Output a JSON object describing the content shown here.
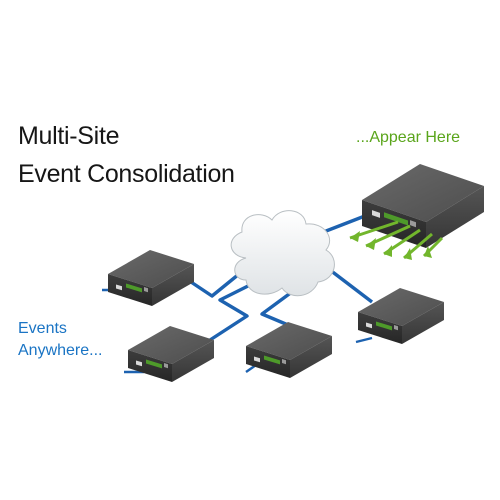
{
  "diagram": {
    "title_line_1": "Multi-Site",
    "title_line_2": "Event Consolidation",
    "caption_destination": "...Appear Here",
    "caption_source_line_1": "Events",
    "caption_source_line_2": "Anywhere..."
  },
  "colors": {
    "network_link": "#1d62b0",
    "event_arrows": "#72b62c",
    "destination_caption": "#5aa51b",
    "source_caption": "#1a74c4",
    "title_text": "#161616",
    "device_body": "#4b4b4b"
  }
}
